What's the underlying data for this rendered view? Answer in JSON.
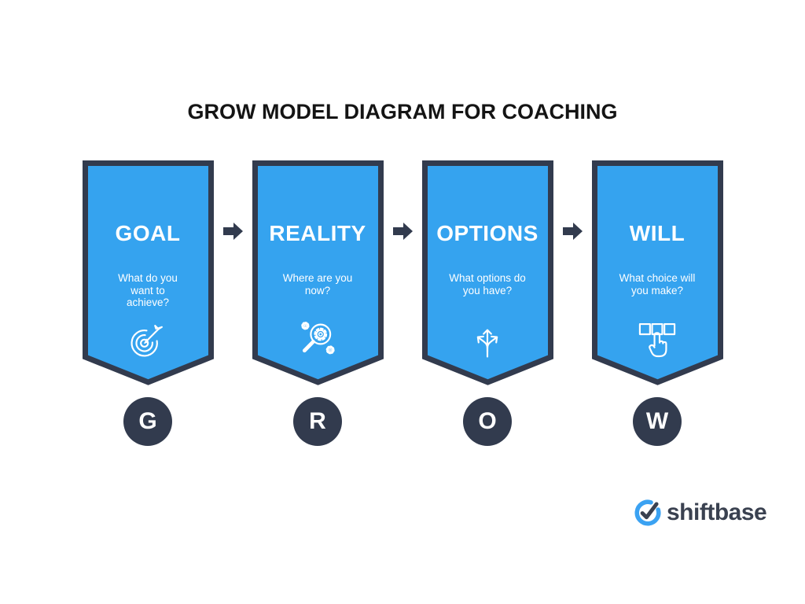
{
  "title": "GROW MODEL DIAGRAM FOR COACHING",
  "colors": {
    "banner_fill": "#35a3ef",
    "outline_dark": "#323b4e",
    "logo_blue": "#3ba2f2",
    "logo_text_color": "#3a4150",
    "title_color": "#141414",
    "banner_text": "#ffffff"
  },
  "stages": [
    {
      "id": "goal",
      "label": "GOAL",
      "lines": [
        "What do you",
        "want to",
        "achieve?"
      ],
      "letter": "G",
      "icon": "target-dart-icon"
    },
    {
      "id": "reality",
      "label": "REALITY",
      "lines": [
        "Where are you",
        "now?"
      ],
      "letter": "R",
      "icon": "magnifier-gears-icon"
    },
    {
      "id": "options",
      "label": "OPTIONS",
      "lines": [
        "What options do",
        "you have?"
      ],
      "letter": "O",
      "icon": "branching-arrows-icon"
    },
    {
      "id": "will",
      "label": "WILL",
      "lines": [
        "What choice will",
        "you make?"
      ],
      "letter": "W",
      "icon": "click-choice-icon"
    }
  ],
  "logo": {
    "text": "shiftbase"
  }
}
